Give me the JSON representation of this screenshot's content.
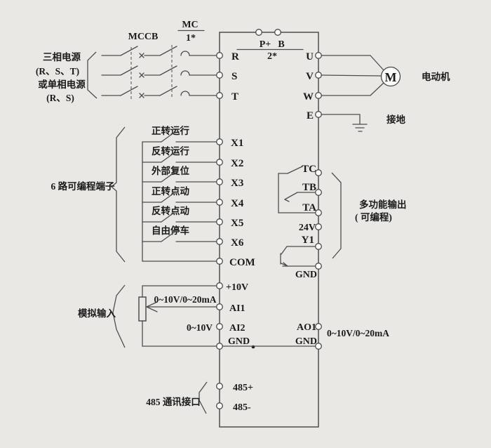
{
  "colors": {
    "background": "#e9e8e5",
    "line": "#4d4d4d",
    "text": "#1b1b1b"
  },
  "power_input": {
    "label_lines": [
      "三相电源",
      "(R、S、T)",
      "或单相电源",
      "(R、S)"
    ],
    "breaker_label": "MCCB",
    "contactor_label": "MC",
    "contactor_note": "1*"
  },
  "dc_link": {
    "terminal_p": "P+",
    "terminal_b": "B",
    "note": "2*"
  },
  "inverter": {
    "input_terminals": [
      "R",
      "S",
      "T"
    ],
    "output_terminals": [
      "U",
      "V",
      "W"
    ],
    "earth_terminal": "E"
  },
  "motor": {
    "symbol": "M",
    "label": "电动机"
  },
  "earth": {
    "label": "接地"
  },
  "digital_inputs": {
    "group_label": "6 路可编程端子",
    "items": [
      {
        "function": "正转运行",
        "terminal": "X1"
      },
      {
        "function": "反转运行",
        "terminal": "X2"
      },
      {
        "function": "外部复位",
        "terminal": "X3"
      },
      {
        "function": "正转点动",
        "terminal": "X4"
      },
      {
        "function": "反转点动",
        "terminal": "X5"
      },
      {
        "function": "自由停车",
        "terminal": "X6"
      }
    ],
    "common_terminal": "COM"
  },
  "analog_inputs": {
    "group_label": "模拟输入",
    "supply_terminal": "+10V",
    "ai1": {
      "terminal": "AI1",
      "range": "0~10V/0~20mA"
    },
    "ai2": {
      "terminal": "AI2",
      "range": "0~10V"
    },
    "gnd_terminal": "GND"
  },
  "multi_outputs": {
    "group_label_line1": "多功能输出",
    "group_label_line2": "( 可编程)",
    "relay_terminals": [
      "TC",
      "TB",
      "TA"
    ],
    "supply_terminal": "24V",
    "collector_terminal": "Y1",
    "gnd_terminal": "GND"
  },
  "analog_output": {
    "terminal": "AO1",
    "range": "0~10V/0~20mA",
    "gnd_terminal": "GND"
  },
  "comm": {
    "group_label": "485 通讯接口",
    "terminals": [
      "485+",
      "485-"
    ]
  }
}
